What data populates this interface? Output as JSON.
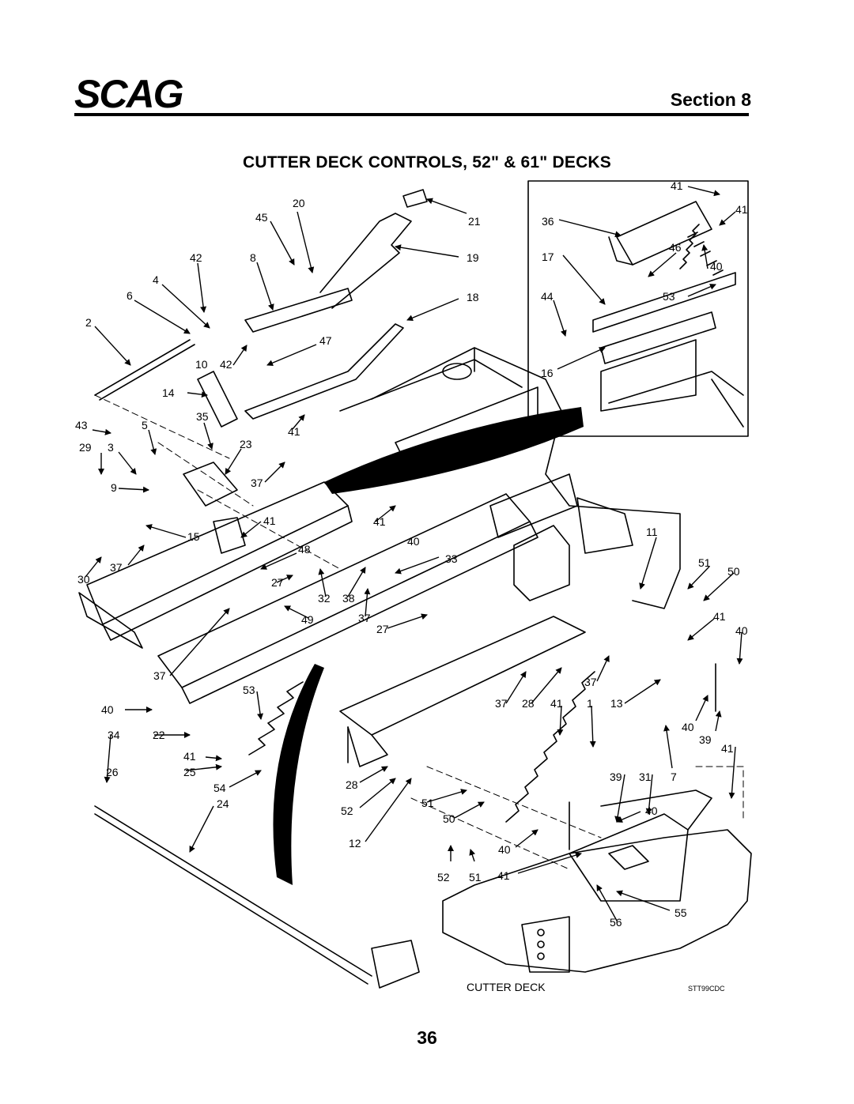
{
  "header": {
    "logo_text": "SCAG",
    "section": "Section 8"
  },
  "title": "CUTTER DECK CONTROLS, 52\" & 61\" DECKS",
  "diagram": {
    "caption": "CUTTER DECK",
    "drawing_code": "STT99CDC",
    "callouts": [
      {
        "label": "20"
      },
      {
        "label": "45"
      },
      {
        "label": "21"
      },
      {
        "label": "42"
      },
      {
        "label": "8"
      },
      {
        "label": "19"
      },
      {
        "label": "4"
      },
      {
        "label": "6"
      },
      {
        "label": "18"
      },
      {
        "label": "2"
      },
      {
        "label": "47"
      },
      {
        "label": "10"
      },
      {
        "label": "42"
      },
      {
        "label": "14"
      },
      {
        "label": "35"
      },
      {
        "label": "43"
      },
      {
        "label": "5"
      },
      {
        "label": "41"
      },
      {
        "label": "29"
      },
      {
        "label": "3"
      },
      {
        "label": "23"
      },
      {
        "label": "9"
      },
      {
        "label": "37"
      },
      {
        "label": "41"
      },
      {
        "label": "41"
      },
      {
        "label": "15"
      },
      {
        "label": "40"
      },
      {
        "label": "48"
      },
      {
        "label": "33"
      },
      {
        "label": "30"
      },
      {
        "label": "37"
      },
      {
        "label": "27"
      },
      {
        "label": "32"
      },
      {
        "label": "38"
      },
      {
        "label": "49"
      },
      {
        "label": "37"
      },
      {
        "label": "27"
      },
      {
        "label": "11"
      },
      {
        "label": "51"
      },
      {
        "label": "50"
      },
      {
        "label": "41"
      },
      {
        "label": "40"
      },
      {
        "label": "37"
      },
      {
        "label": "37"
      },
      {
        "label": "53"
      },
      {
        "label": "37"
      },
      {
        "label": "28"
      },
      {
        "label": "41"
      },
      {
        "label": "1"
      },
      {
        "label": "13"
      },
      {
        "label": "40"
      },
      {
        "label": "40"
      },
      {
        "label": "39"
      },
      {
        "label": "34"
      },
      {
        "label": "22"
      },
      {
        "label": "41"
      },
      {
        "label": "41"
      },
      {
        "label": "26"
      },
      {
        "label": "25"
      },
      {
        "label": "54"
      },
      {
        "label": "28"
      },
      {
        "label": "39"
      },
      {
        "label": "31"
      },
      {
        "label": "7"
      },
      {
        "label": "24"
      },
      {
        "label": "51"
      },
      {
        "label": "52"
      },
      {
        "label": "50"
      },
      {
        "label": "40"
      },
      {
        "label": "12"
      },
      {
        "label": "40"
      },
      {
        "label": "52"
      },
      {
        "label": "51"
      },
      {
        "label": "41"
      },
      {
        "label": "55"
      },
      {
        "label": "56"
      },
      {
        "label": "41"
      },
      {
        "label": "41"
      },
      {
        "label": "36"
      },
      {
        "label": "46"
      },
      {
        "label": "17"
      },
      {
        "label": "40"
      },
      {
        "label": "44"
      },
      {
        "label": "53"
      },
      {
        "label": "16"
      }
    ]
  },
  "page_number": "36"
}
